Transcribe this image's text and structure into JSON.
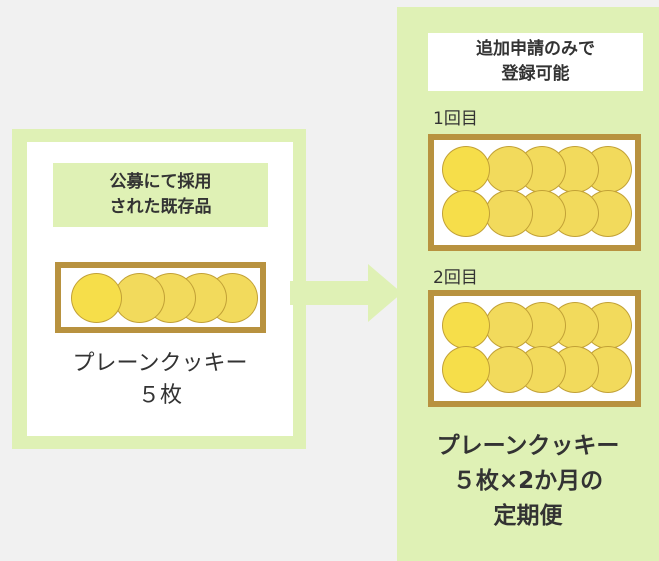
{
  "left": {
    "label": "公募にて採用\nされた既存品",
    "caption": "プレーンクッキー\n５枚"
  },
  "right": {
    "label": "追加申請のみで\n登録可能",
    "rounds": [
      {
        "label": "1回目"
      },
      {
        "label": "2回目"
      }
    ],
    "caption": "プレーンクッキー\n５枚×2か月の\n定期便"
  },
  "colors": {
    "panel_green": "#dff1b5",
    "tray_border": "#b8923f",
    "cookie_fill": "#f2da5c",
    "cookie_outline": "#c2a136",
    "text": "#333333"
  }
}
